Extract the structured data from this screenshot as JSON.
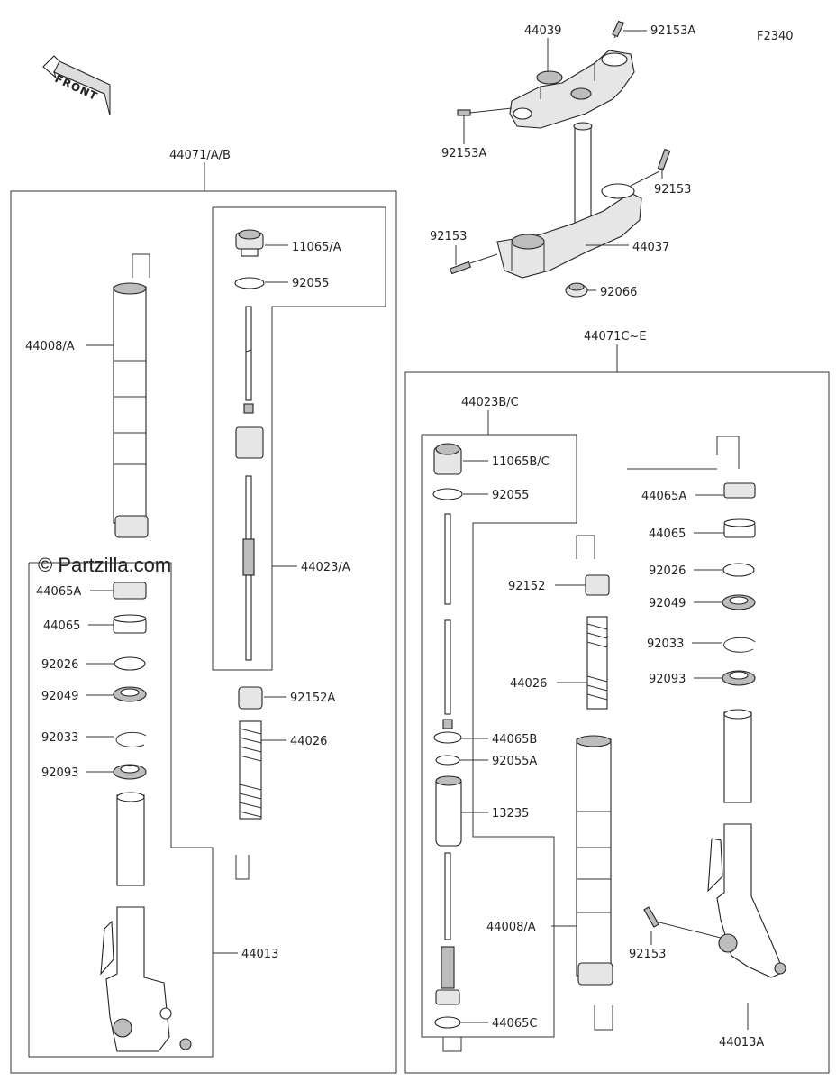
{
  "ref_code": "F2340",
  "watermark": "© Partzilla.com",
  "front_arrow": {
    "text": "FRONT"
  },
  "labels": {
    "g_44071AB": "44071/A/B",
    "g_44071CE": "44071C~E",
    "g_44023BC": "44023B/C",
    "p_44039": "44039",
    "p_92153A_top": "92153A",
    "p_92153A_left": "92153A",
    "p_92153_right": "92153",
    "p_92153_left": "92153",
    "p_44037": "44037",
    "p_92066": "92066",
    "p_11065A": "11065/A",
    "p_92055_left": "92055",
    "p_44008A_left": "44008/A",
    "p_44023A": "44023/A",
    "p_92152A": "92152A",
    "p_44026_left": "44026",
    "p_44065A_left": "44065A",
    "p_44065_left": "44065",
    "p_92026_left": "92026",
    "p_92049_left": "92049",
    "p_92033_left": "92033",
    "p_92093_left": "92093",
    "p_44013": "44013",
    "p_11065BC": "11065B/C",
    "p_92055_mid": "92055",
    "p_92152": "92152",
    "p_44026_mid": "44026",
    "p_44065B": "44065B",
    "p_92055A": "92055A",
    "p_13235": "13235",
    "p_44008A_mid": "44008/A",
    "p_44065C": "44065C",
    "p_44065A_right": "44065A",
    "p_44065_right": "44065",
    "p_92026_right": "92026",
    "p_92049_right": "92049",
    "p_92033_right": "92033",
    "p_92093_right": "92093",
    "p_92153_lower": "92153",
    "p_44013A": "44013A"
  }
}
